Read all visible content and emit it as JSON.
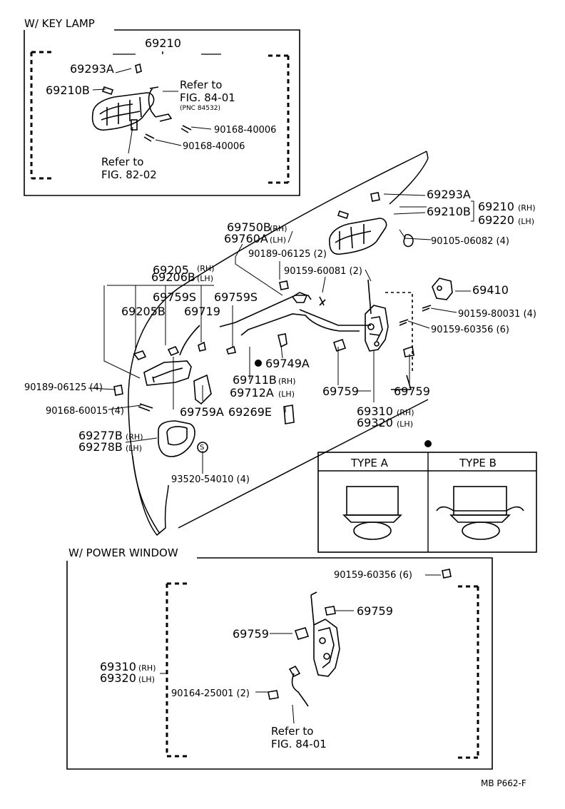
{
  "sections": {
    "key_lamp": "W/ KEY  LAMP",
    "power_window": "W/ POWER  WINDOW"
  },
  "key_lamp": {
    "p_69210": "69210",
    "p_69293A": "69293A",
    "p_69210B": "69210B",
    "ref1_line1": "Refer to",
    "ref1_line2": "FIG. 84-01",
    "ref1_line3": "(PNC 84532)",
    "screw1": "90168-40006",
    "screw2": "90168-40006",
    "ref2_line1": "Refer to",
    "ref2_line2": "FIG. 82-02"
  },
  "main": {
    "p_69293A": "69293A",
    "p_69210B": "69210B",
    "p_69210": "69210",
    "p_69210_rh": "(RH)",
    "p_69220": "69220",
    "p_69220_lh": "(LH)",
    "p_90105": "90105-06082 (4)",
    "p_69750B": "69750B",
    "p_69750B_rh": "(RH)",
    "p_69760A": "69760A",
    "p_69760A_lh": "(LH)",
    "p_90189_2": "90189-06125 (2)",
    "p_90159_60081": "90159-60081 (2)",
    "p_69205": "69205",
    "p_69205_rh": "(RH)",
    "p_69206B": "69206B",
    "p_69206B_lh": "(LH)",
    "p_69759S_a": "69759S",
    "p_69759S_b": "69759S",
    "p_69205B": "69205B",
    "p_69719": "69719",
    "p_69410": "69410",
    "p_90159_80031": "90159-80031 (4)",
    "p_90159_60356": "90159-60356 (6)",
    "p_69749A": "69749A",
    "p_90189_4": "90189-06125 (4)",
    "p_90168_60015": "90168-60015 (4)",
    "p_69711B": "69711B",
    "p_69711B_rh": "(RH)",
    "p_69712A": "69712A",
    "p_69712A_lh": "(LH)",
    "p_69759_a": "69759",
    "p_69759_b": "69759",
    "p_69759A": "69759A",
    "p_69269E": "69269E",
    "p_69310": "69310",
    "p_69310_rh": "(RH)",
    "p_69320": "69320",
    "p_69320_lh": "(LH)",
    "p_69277B": "69277B",
    "p_69277B_rh": "(RH)",
    "p_69278B": "69278B",
    "p_69278B_lh": "(LH)",
    "p_93520": "93520-54010 (4)"
  },
  "type_box": {
    "type_a": "TYPE A",
    "type_b": "TYPE B"
  },
  "power_window": {
    "p_90159": "90159-60356 (6)",
    "p_69759_a": "69759",
    "p_69759_b": "69759",
    "p_69310": "69310",
    "p_69310_rh": "(RH)",
    "p_69320": "69320",
    "p_69320_lh": "(LH)",
    "p_90164": "90164-25001 (2)",
    "ref_line1": "Refer to",
    "ref_line2": "FIG. 84-01"
  },
  "footer": {
    "code": "MB P662-F"
  }
}
